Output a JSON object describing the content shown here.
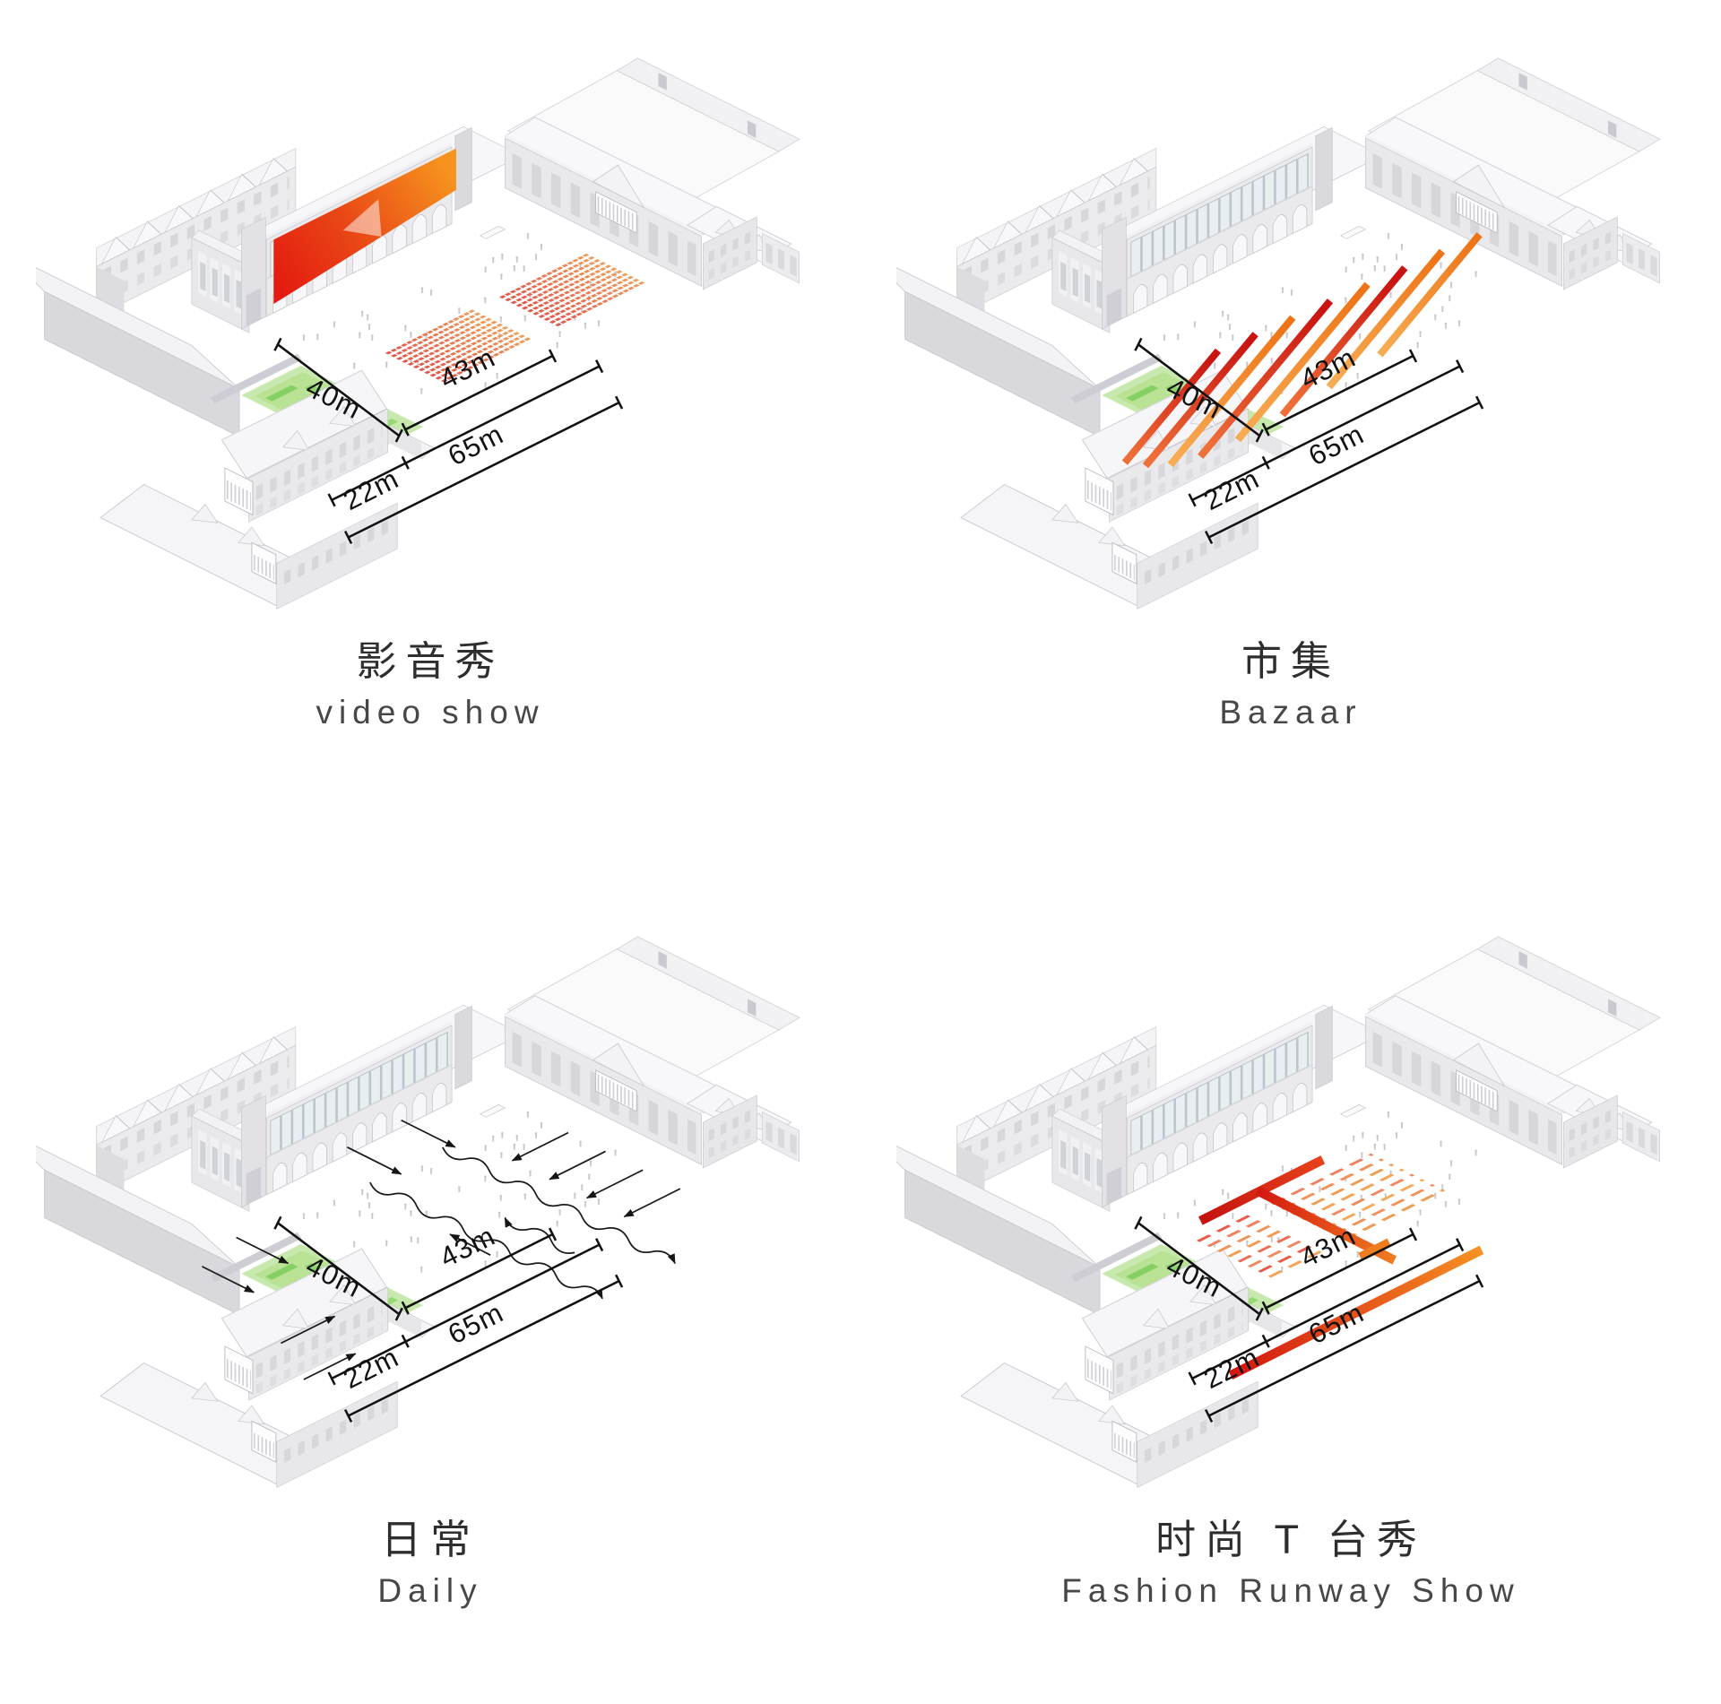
{
  "dimensions": {
    "d40": "40m",
    "d22": "22m",
    "d65": "65m",
    "d43": "43m"
  },
  "panels": [
    {
      "id": "video-show",
      "title_zh": "影音秀",
      "title_en": "video show"
    },
    {
      "id": "bazaar",
      "title_zh": "市集",
      "title_en": "Bazaar"
    },
    {
      "id": "daily",
      "title_zh": "日常",
      "title_en": "Daily"
    },
    {
      "id": "fashion-runway",
      "title_zh": "时尚 T 台秀",
      "title_en": "Fashion Runway Show"
    }
  ],
  "colors": {
    "screen_red": "#e31b10",
    "screen_orange": "#f6921e",
    "stall_red": "#c81310",
    "stall_orange": "#ee7417",
    "lawn_green": "#c8e9ad",
    "furniture_green": "#86d063",
    "dimension_line": "#121212",
    "building_wall": "#eaeaed",
    "building_roof": "#f7f7f9"
  }
}
